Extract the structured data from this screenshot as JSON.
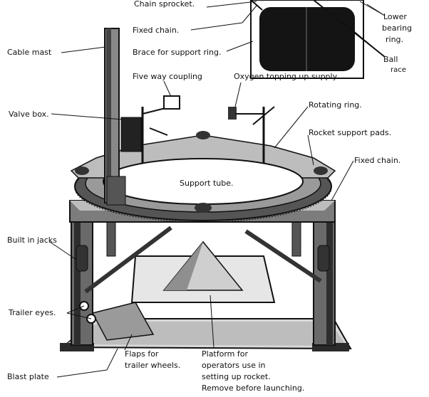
{
  "labels": {
    "chain_sprocket": "Chain sprocket.",
    "fixed_chain_top": "Fixed chain.",
    "brace": "Brace for support ring.",
    "five_way": "Five way coupling",
    "oxygen": "Oxygen topping up supply.",
    "cable_mast": "Cable mast",
    "valve_box": "Valve box.",
    "rotating_ring": "Rotating ring.",
    "rocket_pads": "Rocket support pads.",
    "fixed_chain_right": "Fixed chain.",
    "support_tube": "Support tube.",
    "lower_bearing_1": "Lower",
    "lower_bearing_2": "bearing",
    "lower_bearing_3": "ring.",
    "ball_race_1": "Ball",
    "ball_race_2": "race",
    "built_in_jacks": "Built in jacks",
    "trailer_eyes": "Trailer eyes.",
    "flaps_1": "Flaps for",
    "flaps_2": "trailer wheels.",
    "platform_1": "Platform for",
    "platform_2": "operators use in",
    "platform_3": "setting up rocket.",
    "platform_4": "Remove before launching.",
    "blast_plate": "Blast plate"
  }
}
